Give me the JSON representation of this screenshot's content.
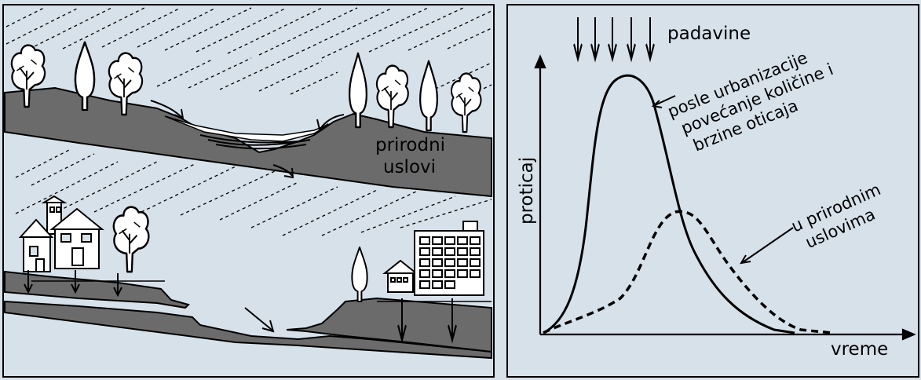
{
  "left_panel": {
    "label_natural_1": "prirodni",
    "label_natural_2": "uslovi"
  },
  "right_panel": {
    "precip_label": "padavine",
    "y_axis_label": "proticaj",
    "x_axis_label": "vreme",
    "urban_label_1": "posle urbanizacije",
    "urban_label_2": "povećanje količine i",
    "urban_label_3": "brzine oticaja",
    "natural_label_1": "u prirodnim",
    "natural_label_2": "uslovima"
  },
  "colors": {
    "background": "#d7e1ea",
    "ground": "#6b6b6b",
    "stroke": "#000000",
    "panel_border": "#000000"
  },
  "icons": [
    "tree-icon",
    "poplar-icon",
    "house-icon",
    "building-icon",
    "arrow-icon",
    "rain-icon"
  ]
}
